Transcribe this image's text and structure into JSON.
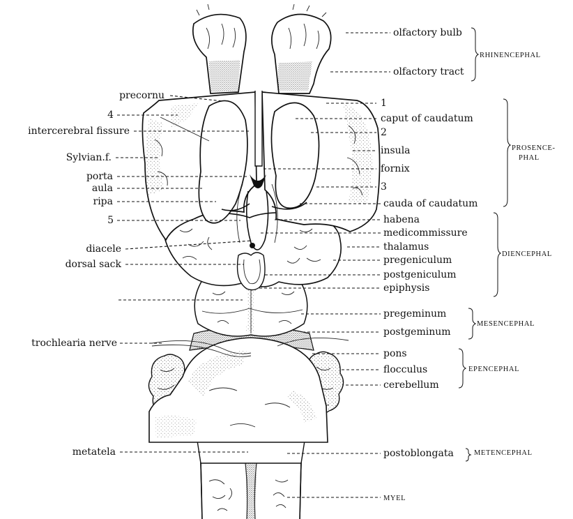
{
  "labels_left": [
    {
      "id": "precornu",
      "text": "precornu"
    },
    {
      "id": "num-4",
      "text": "4"
    },
    {
      "id": "intercerebral-fissure",
      "text": "intercerebral fissure"
    },
    {
      "id": "sylvian-f",
      "text": "Sylvian.f."
    },
    {
      "id": "porta",
      "text": "porta"
    },
    {
      "id": "aula",
      "text": "aula"
    },
    {
      "id": "ripa",
      "text": "ripa"
    },
    {
      "id": "num-5",
      "text": "5"
    },
    {
      "id": "diacele",
      "text": "diacele"
    },
    {
      "id": "dorsal-sack",
      "text": "dorsal sack"
    },
    {
      "id": "trochlearia-nerve",
      "text": "trochlearia nerve"
    },
    {
      "id": "metatela",
      "text": "metatela"
    }
  ],
  "labels_right": [
    {
      "id": "olfactory-bulb",
      "text": "olfactory bulb"
    },
    {
      "id": "olfactory-tract",
      "text": "olfactory tract"
    },
    {
      "id": "num-1",
      "text": "1"
    },
    {
      "id": "caput-of-caudatum",
      "text": "caput of caudatum"
    },
    {
      "id": "num-2",
      "text": "2"
    },
    {
      "id": "insula",
      "text": "insula"
    },
    {
      "id": "fornix",
      "text": "fornix"
    },
    {
      "id": "num-3",
      "text": "3"
    },
    {
      "id": "cauda-of-caudatum",
      "text": "cauda of caudatum"
    },
    {
      "id": "habena",
      "text": "habena"
    },
    {
      "id": "medicommissure",
      "text": "medicommissure"
    },
    {
      "id": "thalamus",
      "text": "thalamus"
    },
    {
      "id": "pregeniculum",
      "text": "pregeniculum"
    },
    {
      "id": "postgeniculum",
      "text": "postgeniculum"
    },
    {
      "id": "epiphysis",
      "text": "epiphysis"
    },
    {
      "id": "pregeminum",
      "text": "pregeminum"
    },
    {
      "id": "postgeminum",
      "text": "postgeminum"
    },
    {
      "id": "pons",
      "text": "pons"
    },
    {
      "id": "flocculus",
      "text": "flocculus"
    },
    {
      "id": "cerebellum",
      "text": "cerebellum"
    },
    {
      "id": "postoblongata",
      "text": "postoblongata"
    },
    {
      "id": "myel",
      "text": "MYEL"
    }
  ],
  "groups": [
    {
      "id": "rhinencephal",
      "lines": [
        "RHINENCEPHAL"
      ]
    },
    {
      "id": "prosencephal",
      "lines": [
        "PROSENCE-",
        "PHAL"
      ]
    },
    {
      "id": "diencephal",
      "lines": [
        "DIENCEPHAL"
      ]
    },
    {
      "id": "mesencephal",
      "lines": [
        "MESENCEPHAL"
      ]
    },
    {
      "id": "epencephal",
      "lines": [
        "EPENCEPHAL"
      ]
    },
    {
      "id": "metencephal",
      "lines": [
        "METENCEPHAL"
      ]
    }
  ]
}
